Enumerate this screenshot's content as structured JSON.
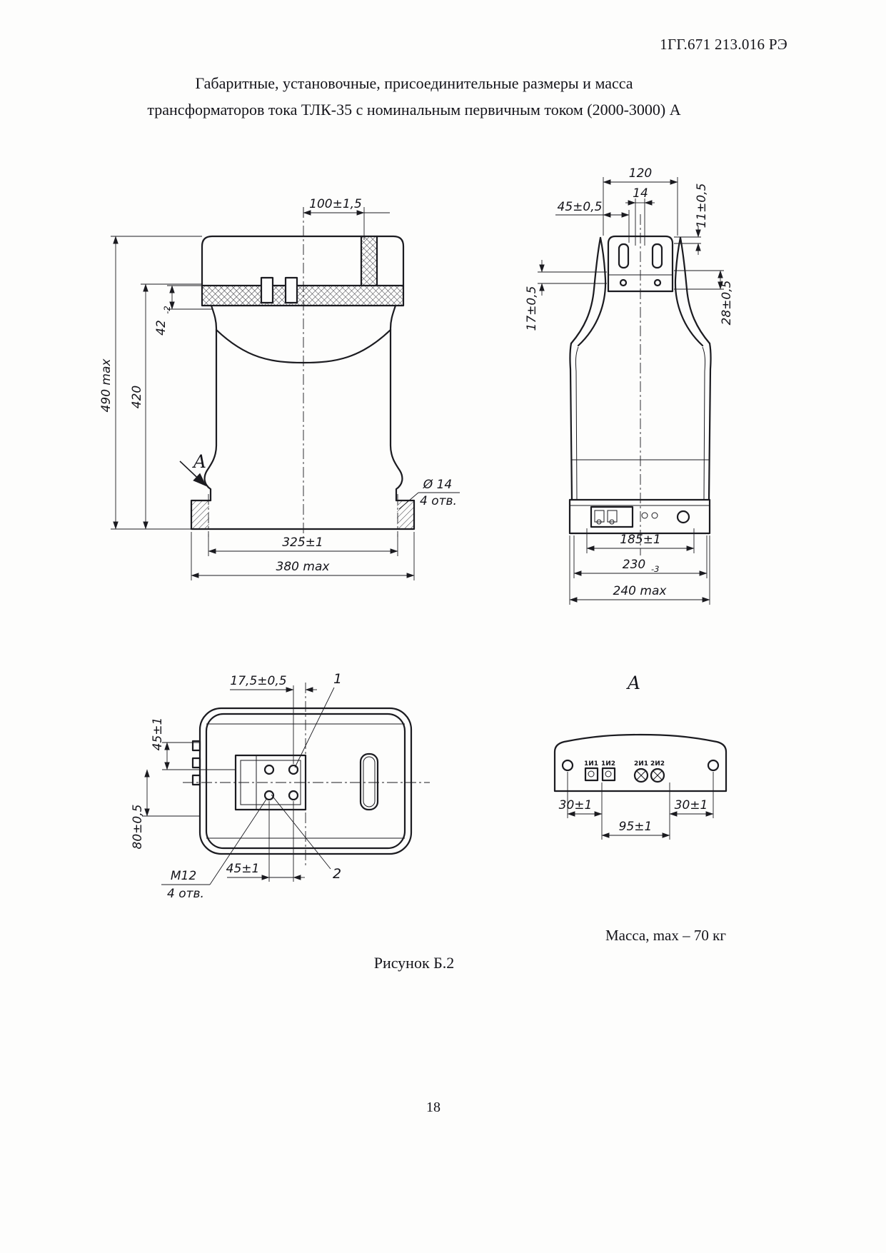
{
  "page": {
    "doc_code": "1ГГ.671 213.016 РЭ",
    "title_line1": "Габаритные, установочные, присоединительные размеры и масса",
    "title_line2": "трансформаторов тока ТЛК-35 с номинальным первичным током (2000-3000) А",
    "mass_note": "Масса, max – 70 кг",
    "figure_caption": "Рисунок Б.2",
    "page_number": "18"
  },
  "front_view": {
    "dim_top_width": "100±1,5",
    "dim_42": "42",
    "dim_42_tol": "-2",
    "dim_height_total": "490 max",
    "dim_height_body": "420",
    "view_label": "А",
    "hole_diameter": "Ø 14",
    "hole_count": "4 отв.",
    "dim_mount_span": "325±1",
    "dim_base_width": "380 max"
  },
  "side_view": {
    "dim_top_width": "120",
    "dim_slot": "14",
    "dim_45": "45±0,5",
    "dim_11": "11±0,5",
    "dim_17": "17±0,5",
    "dim_28": "28±0,5",
    "dim_mount_span": "185±1",
    "dim_230": "230",
    "dim_230_tol": "-3",
    "dim_base_width": "240 max"
  },
  "top_view": {
    "dim_17_5": "17,5±0,5",
    "callout_1": "1",
    "callout_2": "2",
    "dim_45_vertical": "45±1",
    "dim_80": "80±0,5",
    "thread_size": "М12",
    "thread_count": "4 отв.",
    "dim_45_horizontal": "45±1"
  },
  "view_a": {
    "view_label": "А",
    "terminal_1": "1И1",
    "terminal_2": "1И2",
    "terminal_3": "2И1",
    "terminal_4": "2И2",
    "dim_30_left": "30±1",
    "dim_30_right": "30±1",
    "dim_95": "95±1"
  }
}
